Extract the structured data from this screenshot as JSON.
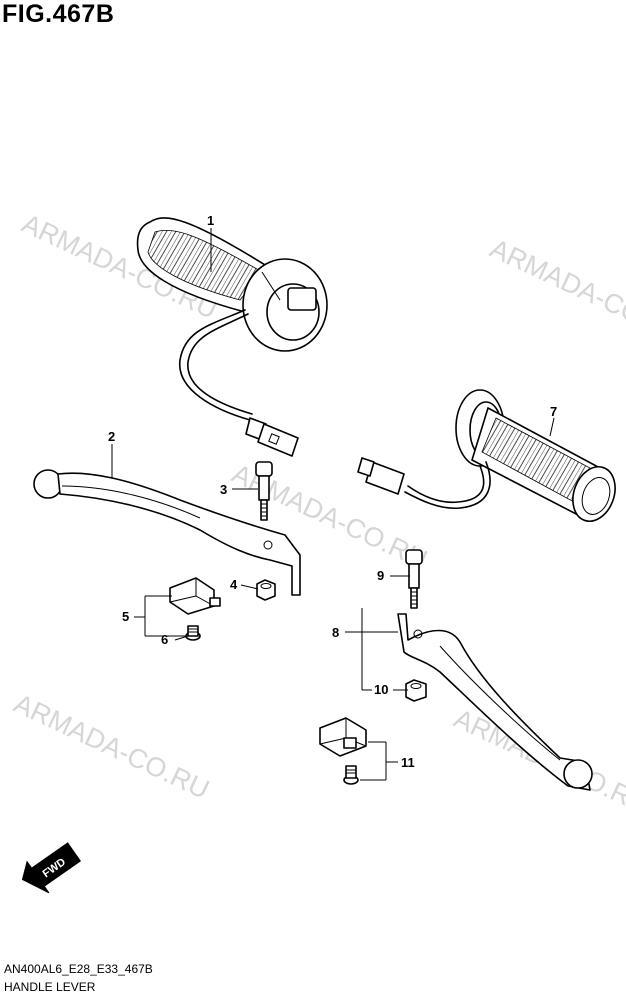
{
  "title": "FIG.467B",
  "watermark": "ARMADA-CO.RU",
  "callouts": {
    "p1": "1",
    "p2": "2",
    "p3": "3",
    "p4": "4",
    "p5": "5",
    "p6": "6",
    "p7": "7",
    "p8": "8",
    "p9": "9",
    "p10": "10",
    "p11": "11"
  },
  "fwd_label": "FWD",
  "footer": {
    "code": "AN400AL6_E28_E33_467B",
    "name": "HANDLE LEVER"
  }
}
